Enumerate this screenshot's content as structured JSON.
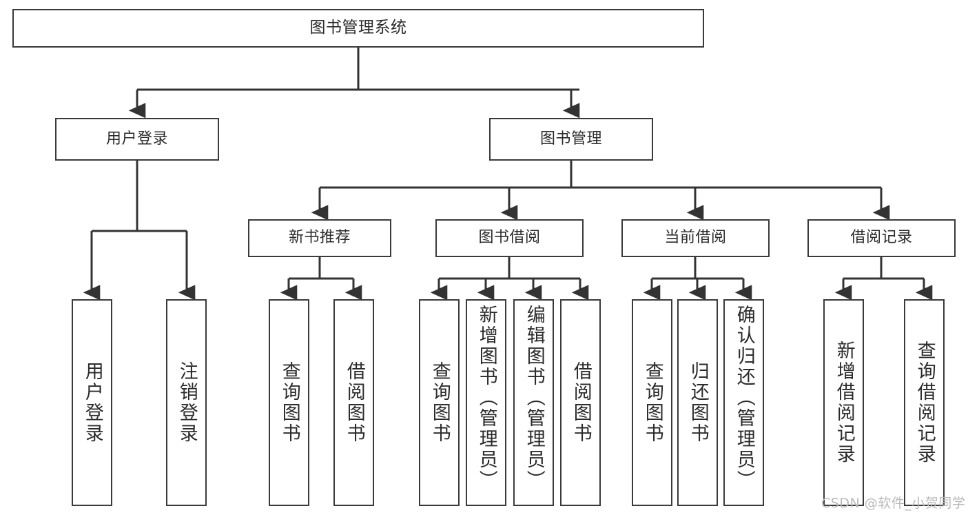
{
  "diagram": {
    "title": "图书管理系统",
    "type": "tree-hierarchy",
    "watermark": "CSDN @软件_小贺同学",
    "colors": {
      "border": "#3a3a3a",
      "text": "#2b2b2b",
      "background": "#ffffff",
      "connector": "#333333",
      "watermark": "#b9b9b9"
    },
    "nodes": {
      "root": {
        "label": "图书管理系统"
      },
      "level2": [
        {
          "id": "user-login",
          "label": "用户登录"
        },
        {
          "id": "book-management",
          "label": "图书管理"
        }
      ],
      "level3": [
        {
          "id": "new-book-recommend",
          "label": "新书推荐"
        },
        {
          "id": "book-borrow",
          "label": "图书借阅"
        },
        {
          "id": "current-borrow",
          "label": "当前借阅"
        },
        {
          "id": "borrow-record",
          "label": "借阅记录"
        }
      ],
      "leaves": {
        "user-login": [
          {
            "id": "leaf-user-login",
            "label": "用户登录"
          },
          {
            "id": "leaf-logout-login",
            "label": "注销登录"
          }
        ],
        "new-book-recommend": [
          {
            "id": "leaf-query-book-1",
            "label": "查询图书"
          },
          {
            "id": "leaf-borrow-book-1",
            "label": "借阅图书"
          }
        ],
        "book-borrow": [
          {
            "id": "leaf-query-book-2",
            "label": "查询图书"
          },
          {
            "id": "leaf-add-book",
            "label": "新增图书（管理员）"
          },
          {
            "id": "leaf-edit-book",
            "label": "编辑图书（管理员）"
          },
          {
            "id": "leaf-borrow-book-2",
            "label": "借阅图书"
          }
        ],
        "current-borrow": [
          {
            "id": "leaf-query-book-3",
            "label": "查询图书"
          },
          {
            "id": "leaf-return-book",
            "label": "归还图书"
          },
          {
            "id": "leaf-confirm-return",
            "label": "确认归还（管理员）"
          }
        ],
        "borrow-record": [
          {
            "id": "leaf-add-record",
            "label": "新增借阅记录"
          },
          {
            "id": "leaf-query-record",
            "label": "查询借阅记录"
          }
        ]
      }
    }
  }
}
